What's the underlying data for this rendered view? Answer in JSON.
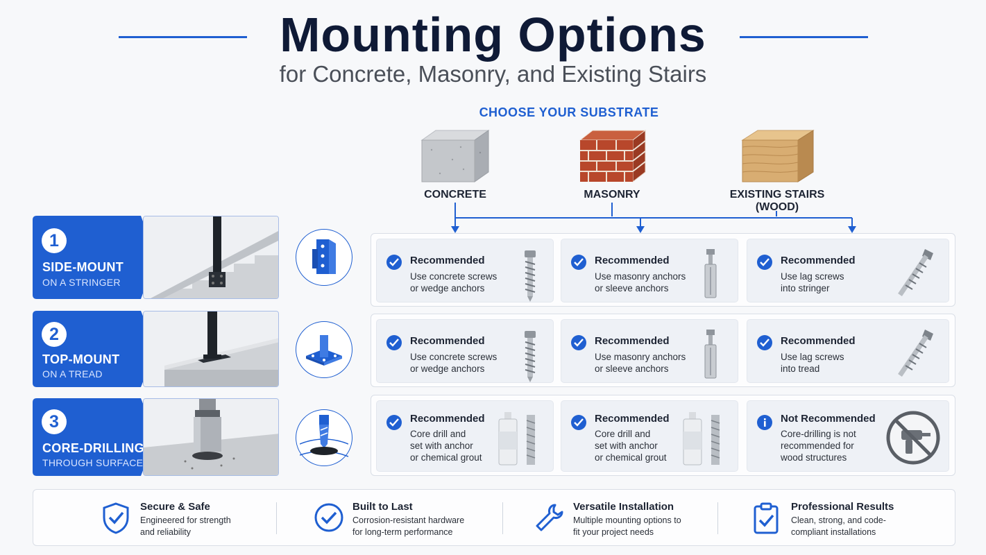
{
  "header": {
    "title": "Mounting Options",
    "subtitle": "for Concrete, Masonry, and Existing Stairs"
  },
  "substrates": {
    "heading": "CHOOSE YOUR SUBSTRATE",
    "items": [
      {
        "label": "CONCRETE",
        "icon": "concrete-block-icon"
      },
      {
        "label": "MASONRY",
        "icon": "brick-block-icon"
      },
      {
        "label": "EXISTING STAIRS (WOOD)",
        "label_line1": "EXISTING STAIRS",
        "label_line2": "(WOOD)",
        "icon": "wood-block-icon"
      }
    ]
  },
  "methods": [
    {
      "number": "1",
      "name": "SIDE-MOUNT",
      "sub": "ON A STRINGER",
      "cells": [
        {
          "status": "Recommended",
          "desc1": "Use concrete screws",
          "desc2": "or wedge anchors",
          "desc3": "",
          "hardware": "concrete-screw-icon"
        },
        {
          "status": "Recommended",
          "desc1": "Use masonry anchors",
          "desc2": "or sleeve anchors",
          "desc3": "",
          "hardware": "sleeve-anchor-icon"
        },
        {
          "status": "Recommended",
          "desc1": "Use lag screws",
          "desc2": "into stringer",
          "desc3": "",
          "hardware": "lag-screw-icon"
        }
      ]
    },
    {
      "number": "2",
      "name": "TOP-MOUNT",
      "sub": "ON A TREAD",
      "cells": [
        {
          "status": "Recommended",
          "desc1": "Use concrete screws",
          "desc2": "or wedge anchors",
          "desc3": "",
          "hardware": "concrete-screw-icon"
        },
        {
          "status": "Recommended",
          "desc1": "Use masonry anchors",
          "desc2": "or sleeve anchors",
          "desc3": "",
          "hardware": "sleeve-anchor-icon"
        },
        {
          "status": "Recommended",
          "desc1": "Use lag screws",
          "desc2": "into tread",
          "desc3": "",
          "hardware": "lag-screw-icon"
        }
      ]
    },
    {
      "number": "3",
      "name": "CORE-DRILLING",
      "sub": "THROUGH SURFACE",
      "cells": [
        {
          "status": "Recommended",
          "desc1": "Core drill and",
          "desc2": "set with anchor",
          "desc3": "or chemical grout",
          "hardware": "grout-tube-icon"
        },
        {
          "status": "Recommended",
          "desc1": "Core drill and",
          "desc2": "set with anchor",
          "desc3": "or chemical grout",
          "hardware": "grout-tube-icon"
        },
        {
          "status": "Not Recommended",
          "desc1": "Core-drilling is not",
          "desc2": "recommended for",
          "desc3": "wood structures",
          "hardware": "no-drill-icon"
        }
      ]
    }
  ],
  "features": [
    {
      "title": "Secure & Safe",
      "desc1": "Engineered for strength",
      "desc2": "and reliability",
      "icon": "shield-icon"
    },
    {
      "title": "Built to Last",
      "desc1": "Corrosion-resistant hardware",
      "desc2": "for long-term performance",
      "icon": "check-circle-icon"
    },
    {
      "title": "Versatile Installation",
      "desc1": "Multiple mounting options to",
      "desc2": "fit your project needs",
      "icon": "wrench-icon"
    },
    {
      "title": "Professional Results",
      "desc1": "Clean, strong, and code-",
      "desc2": "compliant installations",
      "icon": "clipboard-check-icon"
    }
  ],
  "colors": {
    "accent": "#1f5fd1",
    "title": "#0f1a36",
    "panel": "#eef1f6"
  }
}
